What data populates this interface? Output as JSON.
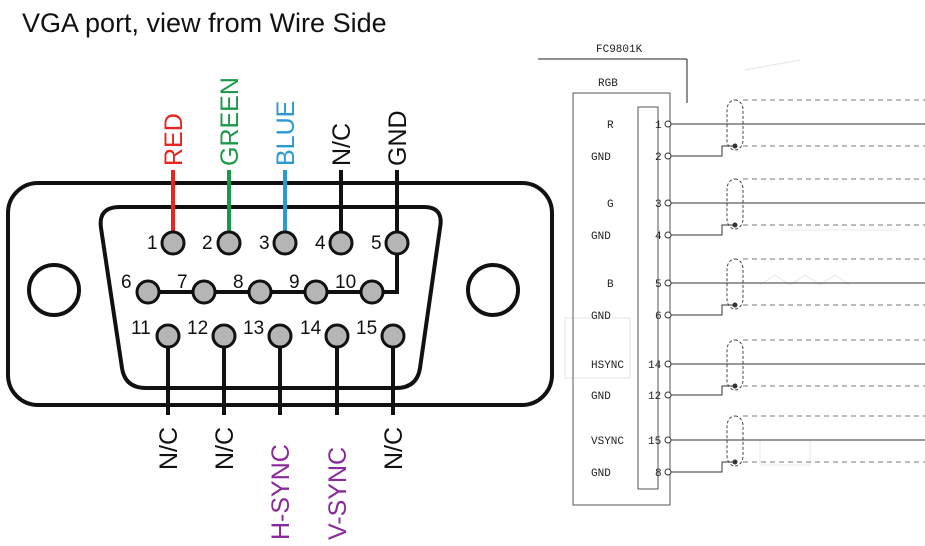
{
  "title": "VGA port, view from Wire Side",
  "connector": {
    "pins": [
      {
        "num": "1"
      },
      {
        "num": "2"
      },
      {
        "num": "3"
      },
      {
        "num": "4"
      },
      {
        "num": "5"
      },
      {
        "num": "6"
      },
      {
        "num": "7"
      },
      {
        "num": "8"
      },
      {
        "num": "9"
      },
      {
        "num": "10"
      },
      {
        "num": "11"
      },
      {
        "num": "12"
      },
      {
        "num": "13"
      },
      {
        "num": "14"
      },
      {
        "num": "15"
      }
    ],
    "top_labels": [
      {
        "text": "RED",
        "color": "#e8251e"
      },
      {
        "text": "GREEN",
        "color": "#1a9a48"
      },
      {
        "text": "BLUE",
        "color": "#2a9ad3"
      },
      {
        "text": "N/C",
        "color": "#111111"
      },
      {
        "text": "GND",
        "color": "#111111"
      }
    ],
    "bottom_labels": [
      {
        "text": "N/C",
        "color": "#111111"
      },
      {
        "text": "N/C",
        "color": "#111111"
      },
      {
        "text": "H-SYNC",
        "color": "#8a2a9a"
      },
      {
        "text": "V-SYNC",
        "color": "#8a2a9a"
      },
      {
        "text": "N/C",
        "color": "#111111"
      }
    ]
  },
  "schematic": {
    "part": "FC9801K",
    "header": "RGB",
    "rows": [
      {
        "signal": "R",
        "pin": "1"
      },
      {
        "signal": "GND",
        "pin": "2"
      },
      {
        "signal": "G",
        "pin": "3"
      },
      {
        "signal": "GND",
        "pin": "4"
      },
      {
        "signal": "B",
        "pin": "5"
      },
      {
        "signal": "GND",
        "pin": "6"
      },
      {
        "signal": "HSYNC",
        "pin": "14"
      },
      {
        "signal": "GND",
        "pin": "12"
      },
      {
        "signal": "VSYNC",
        "pin": "15"
      },
      {
        "signal": "GND",
        "pin": "8"
      }
    ]
  }
}
